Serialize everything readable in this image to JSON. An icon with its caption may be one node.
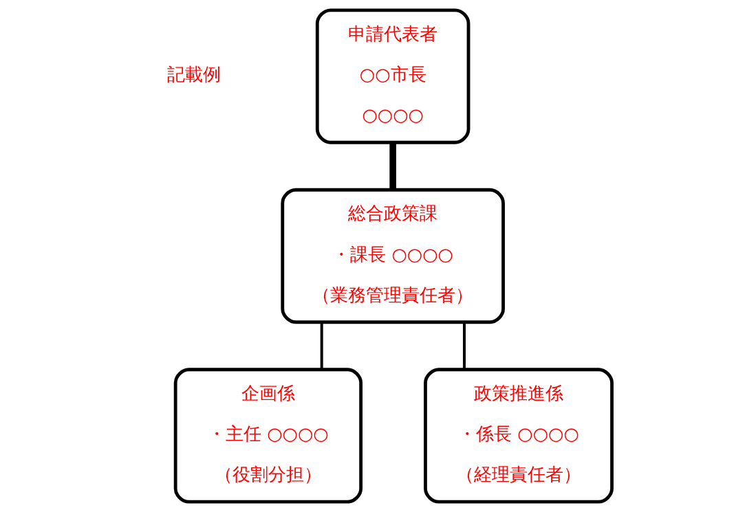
{
  "diagram": {
    "nodes": [
      {
        "text": [
          "申請代表者",
          "○○市長",
          "○○○○"
        ]
      },
      {
        "text": [
          "総合政策課",
          "・課長 ○○○○",
          "（業務管理責任者）"
        ]
      },
      {
        "text": [
          "企画係",
          "・主任 ○○○○",
          "（役割分担）"
        ]
      },
      {
        "text": [
          "政策推進係",
          "・係長 ○○○○",
          "（経理責任者）"
        ]
      }
    ],
    "edges": [
      {
        "from": 0,
        "to": 1,
        "arrow": "none",
        "style": "thick"
      },
      {
        "from": 1,
        "to": 2,
        "arrow": "none"
      },
      {
        "from": 1,
        "to": 3,
        "arrow": "none"
      }
    ],
    "labels": [
      "記載例"
    ]
  }
}
